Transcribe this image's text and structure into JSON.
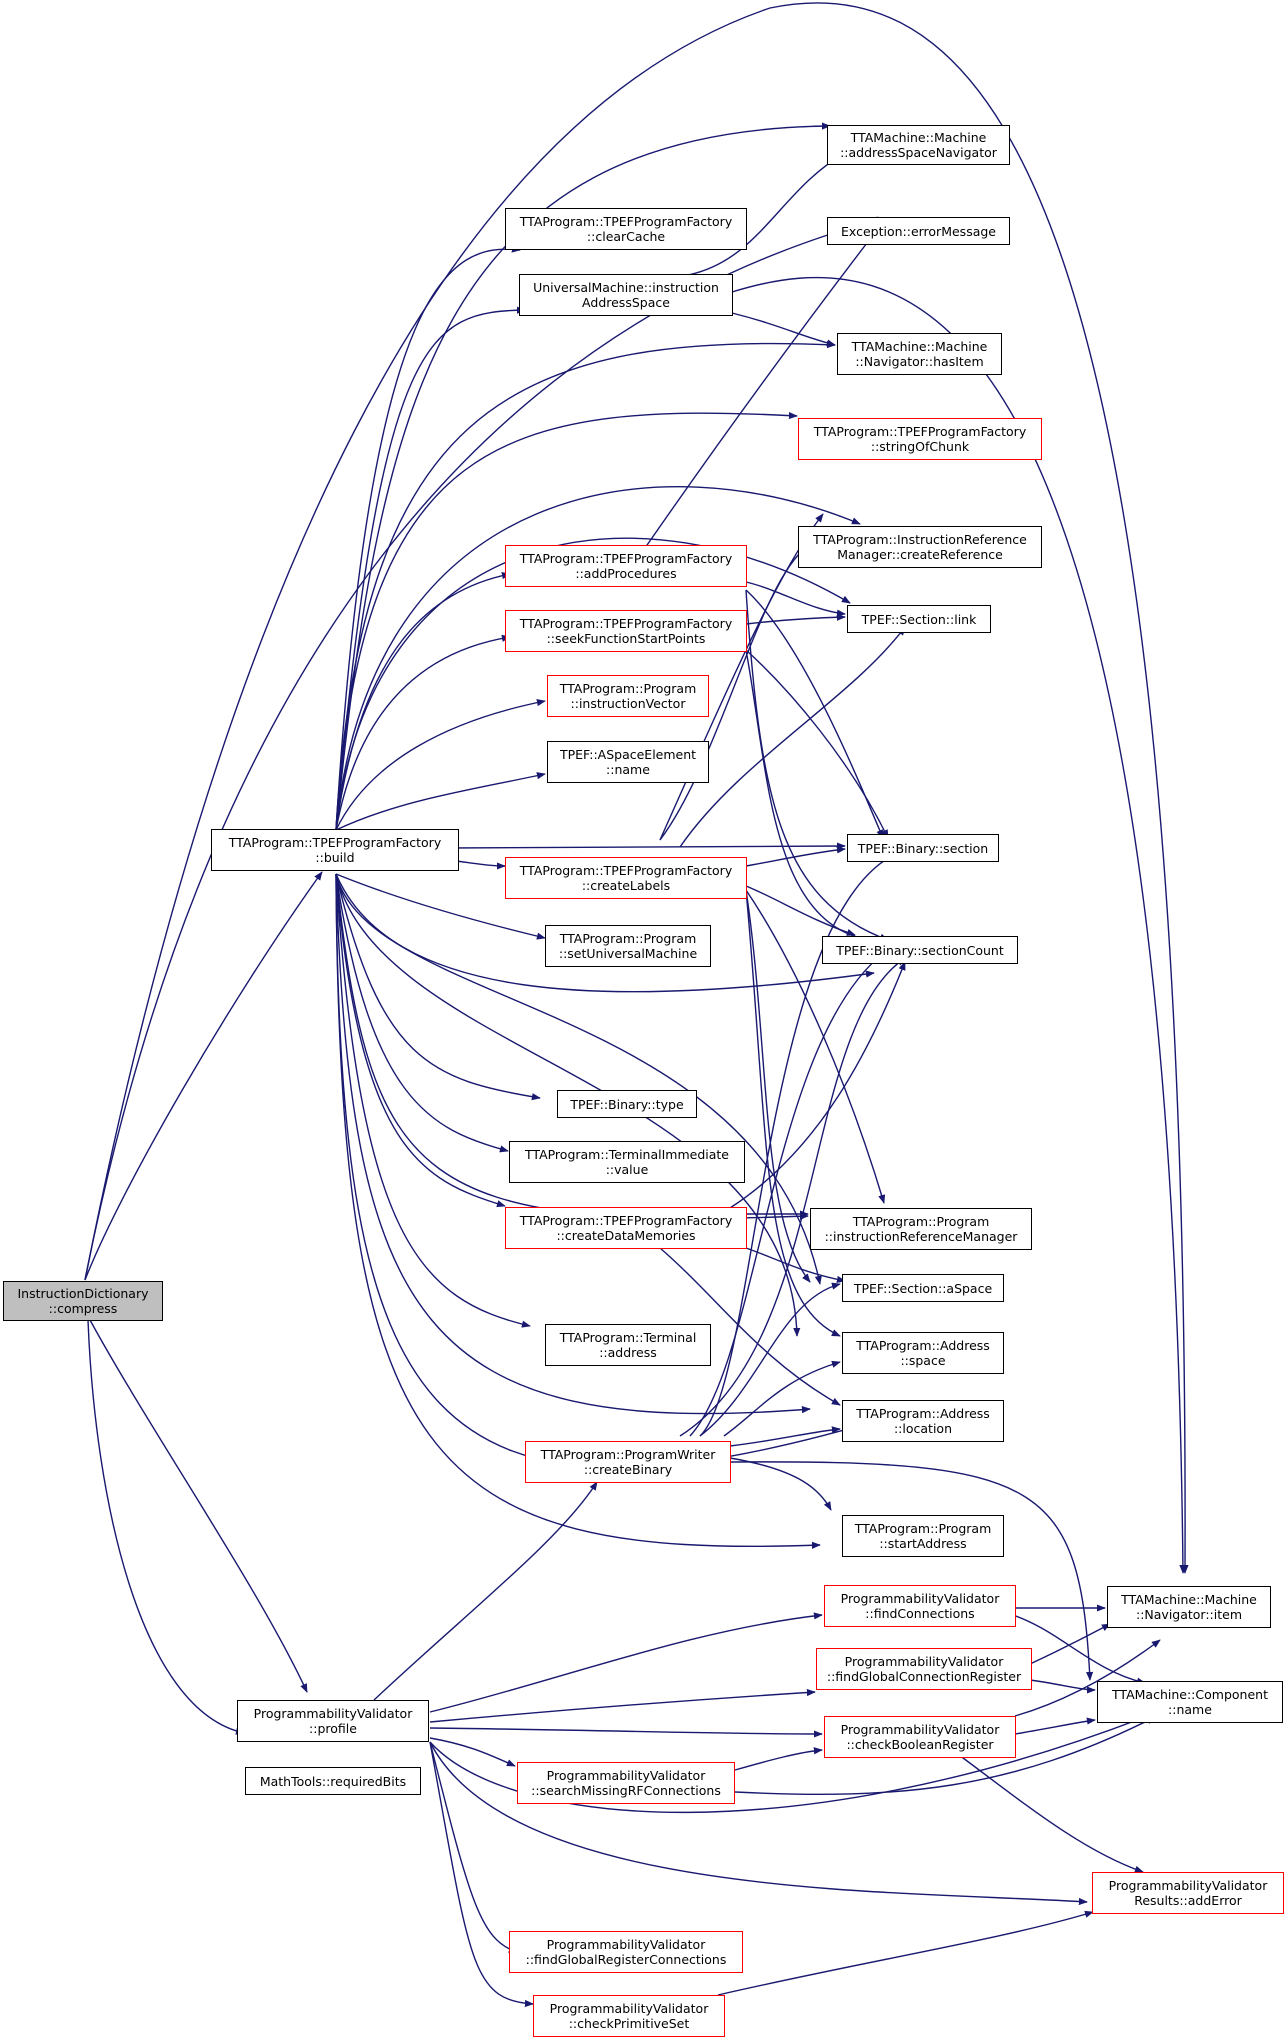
{
  "nodes": {
    "compress": {
      "l1": "InstructionDictionary",
      "l2": "::compress",
      "style": "root"
    },
    "build": {
      "l1": "TTAProgram::TPEFProgramFactory",
      "l2": "::build",
      "style": "black"
    },
    "profile": {
      "l1": "ProgrammabilityValidator",
      "l2": "::profile",
      "style": "black"
    },
    "requiredBits": {
      "l1": "MathTools::requiredBits",
      "l2": "",
      "style": "black"
    },
    "addressSpaceNavigator": {
      "l1": "TTAMachine::Machine",
      "l2": "::addressSpaceNavigator",
      "style": "black"
    },
    "errorMessage": {
      "l1": "Exception::errorMessage",
      "l2": "",
      "style": "black"
    },
    "clearCache": {
      "l1": "TTAProgram::TPEFProgramFactory",
      "l2": "::clearCache",
      "style": "black"
    },
    "instrAddressSpace": {
      "l1": "UniversalMachine::instruction",
      "l2": "AddressSpace",
      "style": "black"
    },
    "hasItem": {
      "l1": "TTAMachine::Machine",
      "l2": "::Navigator::hasItem",
      "style": "black"
    },
    "stringOfChunk": {
      "l1": "TTAProgram::TPEFProgramFactory",
      "l2": "::stringOfChunk",
      "style": "red"
    },
    "createReference": {
      "l1": "TTAProgram::InstructionReference",
      "l2": "Manager::createReference",
      "style": "black"
    },
    "addProcedures": {
      "l1": "TTAProgram::TPEFProgramFactory",
      "l2": "::addProcedures",
      "style": "red"
    },
    "sectionLink": {
      "l1": "TPEF::Section::link",
      "l2": "",
      "style": "black"
    },
    "seekFunctionStartPoints": {
      "l1": "TTAProgram::TPEFProgramFactory",
      "l2": "::seekFunctionStartPoints",
      "style": "red"
    },
    "instructionVector": {
      "l1": "TTAProgram::Program",
      "l2": "::instructionVector",
      "style": "red"
    },
    "aspaceName": {
      "l1": "TPEF::ASpaceElement",
      "l2": "::name",
      "style": "black"
    },
    "binarySection": {
      "l1": "TPEF::Binary::section",
      "l2": "",
      "style": "black"
    },
    "createLabels": {
      "l1": "TTAProgram::TPEFProgramFactory",
      "l2": "::createLabels",
      "style": "red"
    },
    "sectionCount": {
      "l1": "TPEF::Binary::sectionCount",
      "l2": "",
      "style": "black"
    },
    "setUniversalMachine": {
      "l1": "TTAProgram::Program",
      "l2": "::setUniversalMachine",
      "style": "black"
    },
    "binaryType": {
      "l1": "TPEF::Binary::type",
      "l2": "",
      "style": "black"
    },
    "terminalImmediateValue": {
      "l1": "TTAProgram::TerminalImmediate",
      "l2": "::value",
      "style": "black"
    },
    "createDataMemories": {
      "l1": "TTAProgram::TPEFProgramFactory",
      "l2": "::createDataMemories",
      "style": "red"
    },
    "instructionReferenceManager": {
      "l1": "TTAProgram::Program",
      "l2": "::instructionReferenceManager",
      "style": "black"
    },
    "sectionASpace": {
      "l1": "TPEF::Section::aSpace",
      "l2": "",
      "style": "black"
    },
    "terminalAddress": {
      "l1": "TTAProgram::Terminal",
      "l2": "::address",
      "style": "black"
    },
    "addressSpace": {
      "l1": "TTAProgram::Address",
      "l2": "::space",
      "style": "black"
    },
    "addressLocation": {
      "l1": "TTAProgram::Address",
      "l2": "::location",
      "style": "black"
    },
    "createBinary": {
      "l1": "TTAProgram::ProgramWriter",
      "l2": "::createBinary",
      "style": "red"
    },
    "startAddress": {
      "l1": "TTAProgram::Program",
      "l2": "::startAddress",
      "style": "black"
    },
    "findConnections": {
      "l1": "ProgrammabilityValidator",
      "l2": "::findConnections",
      "style": "red"
    },
    "navigatorItem": {
      "l1": "TTAMachine::Machine",
      "l2": "::Navigator::item",
      "style": "black"
    },
    "findGlobalConnectionRegister": {
      "l1": "ProgrammabilityValidator",
      "l2": "::findGlobalConnectionRegister",
      "style": "red"
    },
    "componentName": {
      "l1": "TTAMachine::Component",
      "l2": "::name",
      "style": "black"
    },
    "checkBooleanRegister": {
      "l1": "ProgrammabilityValidator",
      "l2": "::checkBooleanRegister",
      "style": "red"
    },
    "searchMissingRFConnections": {
      "l1": "ProgrammabilityValidator",
      "l2": "::searchMissingRFConnections",
      "style": "red"
    },
    "addError": {
      "l1": "ProgrammabilityValidator",
      "l2": "Results::addError",
      "style": "red"
    },
    "findGlobalRegisterConnections": {
      "l1": "ProgrammabilityValidator",
      "l2": "::findGlobalRegisterConnections",
      "style": "red"
    },
    "checkPrimitiveSet": {
      "l1": "ProgrammabilityValidator",
      "l2": "::checkPrimitiveSet",
      "style": "red"
    }
  },
  "colors": {
    "edge": "#191970",
    "black_border": "#000000",
    "red_border": "#ff0000",
    "root_fill": "#bfbfbf"
  }
}
